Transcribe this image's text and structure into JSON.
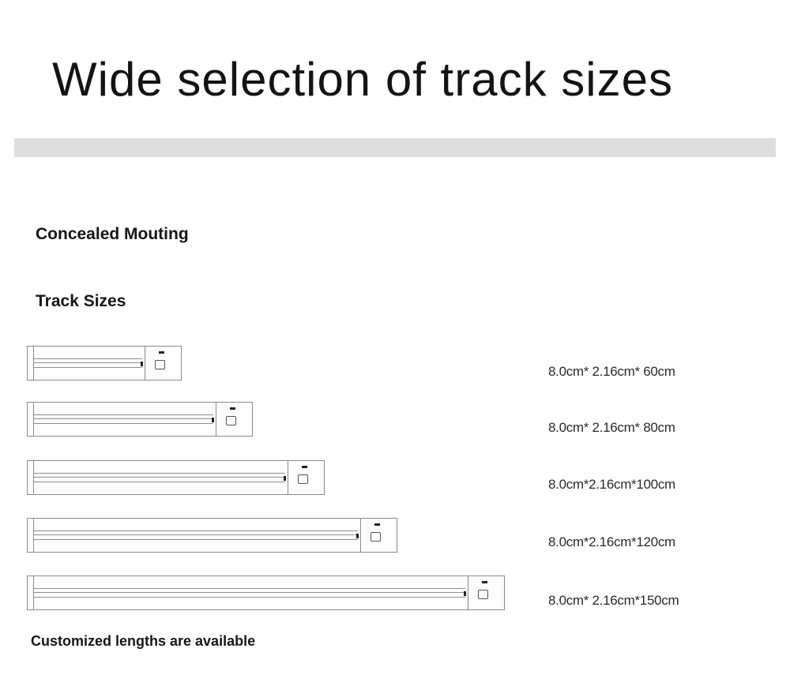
{
  "headline": "Wide selection of track sizes",
  "sections": {
    "mounting_label": "Concealed Mouting",
    "sizes_label": "Track Sizes"
  },
  "tracks": [
    {
      "size_label": "8.0cm* 2.16cm* 60cm",
      "length_cm": 60
    },
    {
      "size_label": "8.0cm* 2.16cm* 80cm",
      "length_cm": 80
    },
    {
      "size_label": "8.0cm*2.16cm*100cm",
      "length_cm": 100
    },
    {
      "size_label": "8.0cm*2.16cm*120cm",
      "length_cm": 120
    },
    {
      "size_label": "8.0cm* 2.16cm*150cm",
      "length_cm": 150
    }
  ],
  "footnote": "Customized lengths are available",
  "colors": {
    "divider": "#dedede",
    "track_outline": "#8a8a8a",
    "text": "#141414"
  },
  "icons": [
    "curtain-track-icon",
    "motor-housing-icon",
    "led-indicator-icon",
    "button-icon"
  ]
}
